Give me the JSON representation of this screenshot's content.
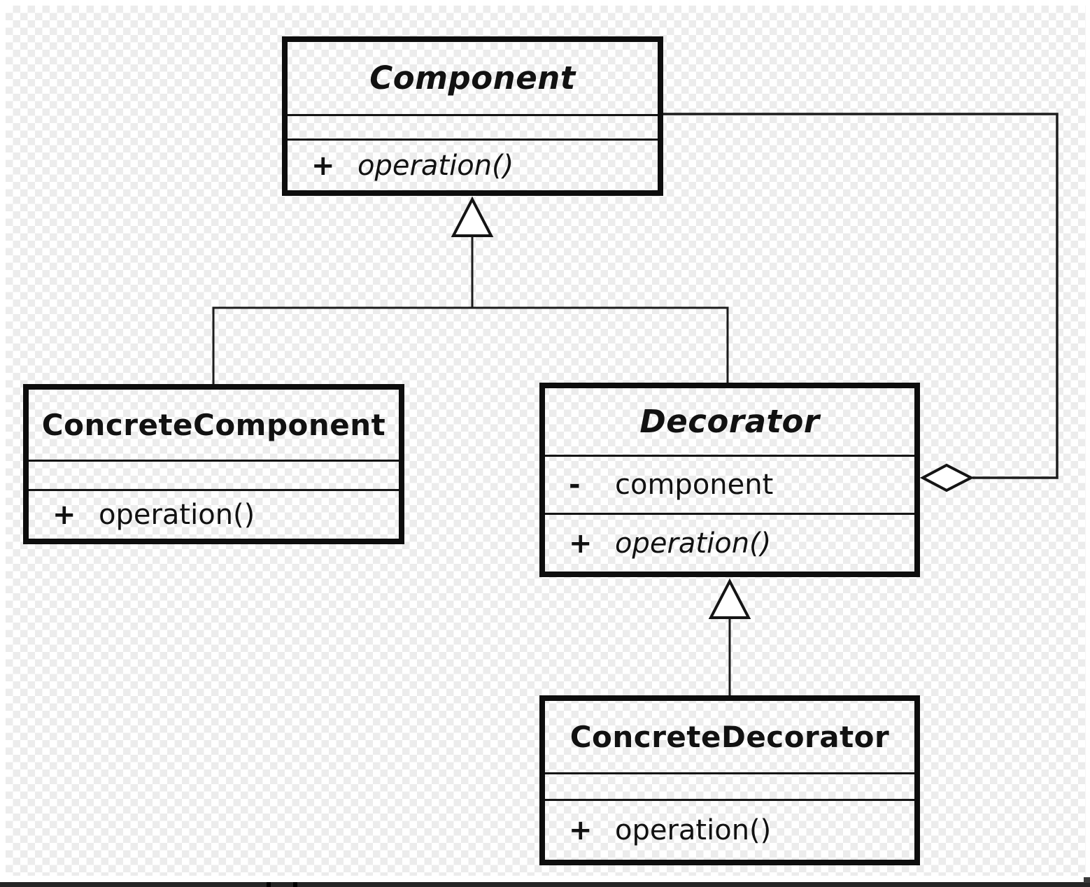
{
  "diagram": {
    "type": "uml-class-diagram",
    "pattern": "Decorator",
    "classes": [
      {
        "id": "component",
        "name": "Component",
        "abstract": true,
        "attributes": [],
        "methods": [
          {
            "sign": "+",
            "name": "operation()",
            "abstract": true
          }
        ]
      },
      {
        "id": "concrete-component",
        "name": "ConcreteComponent",
        "abstract": false,
        "attributes": [],
        "methods": [
          {
            "sign": "+",
            "name": "operation()",
            "abstract": false
          }
        ]
      },
      {
        "id": "decorator",
        "name": "Decorator",
        "abstract": true,
        "attributes": [
          {
            "sign": "-",
            "name": "component"
          }
        ],
        "methods": [
          {
            "sign": "+",
            "name": "operation()",
            "abstract": true
          }
        ]
      },
      {
        "id": "concrete-decorator",
        "name": "ConcreteDecorator",
        "abstract": false,
        "attributes": [],
        "methods": [
          {
            "sign": "+",
            "name": "operation()",
            "abstract": false
          }
        ]
      }
    ],
    "relationships": [
      {
        "type": "generalization",
        "from": "ConcreteComponent",
        "to": "Component"
      },
      {
        "type": "generalization",
        "from": "Decorator",
        "to": "Component"
      },
      {
        "type": "generalization",
        "from": "ConcreteDecorator",
        "to": "Decorator"
      },
      {
        "type": "aggregation",
        "owner": "Decorator",
        "part": "Component"
      }
    ]
  },
  "colors": {
    "line": "#1c1c1c",
    "box_border": "#0d0d0d",
    "checker_gray": "#ececec",
    "checker_white": "#ffffff",
    "bottom_bar": "#262626"
  }
}
